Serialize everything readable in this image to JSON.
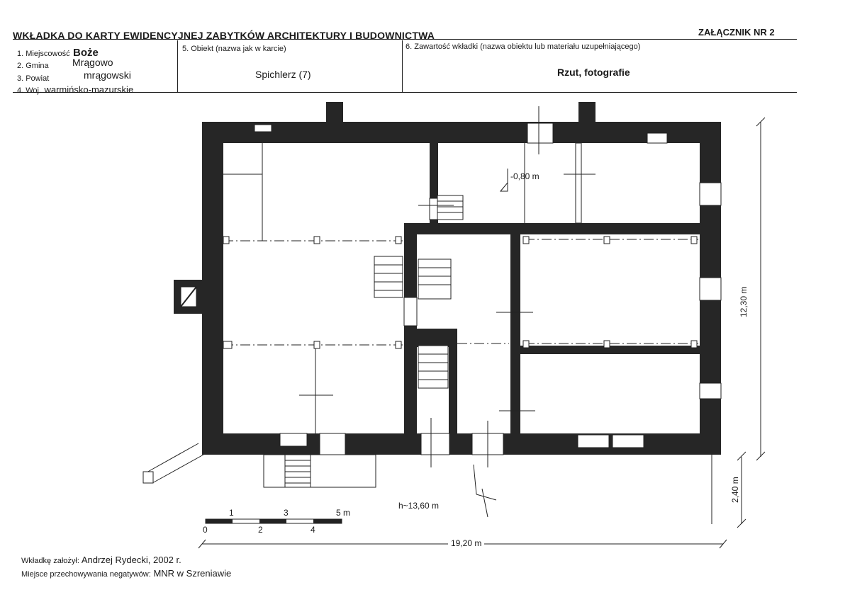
{
  "header": {
    "title": "WKŁADKA DO KARTY EWIDENCYJNEJ ZABYTKÓW ARCHITEKTURY I BUDOWNICTWA",
    "attachment": "ZAŁĄCZNIK NR 2"
  },
  "fields": {
    "locality_label": "1. Miejscowość",
    "locality_value": "Boże",
    "commune_label": "2. Gmina",
    "commune_value": "Mrągowo",
    "district_label": "3. Powiat",
    "district_value": "mrągowski",
    "province_label": "4. Woj.",
    "province_value": "warmińsko-mazurskie",
    "object_label": "5. Obiekt (nazwa jak w karcie)",
    "object_value": "Spichlerz (7)",
    "content_label": "6. Zawartość wkładki (nazwa obiektu lub materiału uzupełniającego)",
    "content_value": "Rzut, fotografie"
  },
  "drawing": {
    "level_mark": "-0,80 m",
    "height_mark": "h~13,60 m",
    "dim_length": "19,20 m",
    "dim_width": "12,30 m",
    "dim_annex": "2,40 m",
    "scale_top": [
      "1",
      "3",
      "5 m"
    ],
    "scale_bottom": [
      "0",
      "2",
      "4"
    ]
  },
  "footer": {
    "author_label": "Wkładkę założył:",
    "author_value": "Andrzej Rydecki, 2002 r.",
    "storage_label": "Miejsce przechowywania negatywów:",
    "storage_value": "MNR w Szreniawie"
  }
}
